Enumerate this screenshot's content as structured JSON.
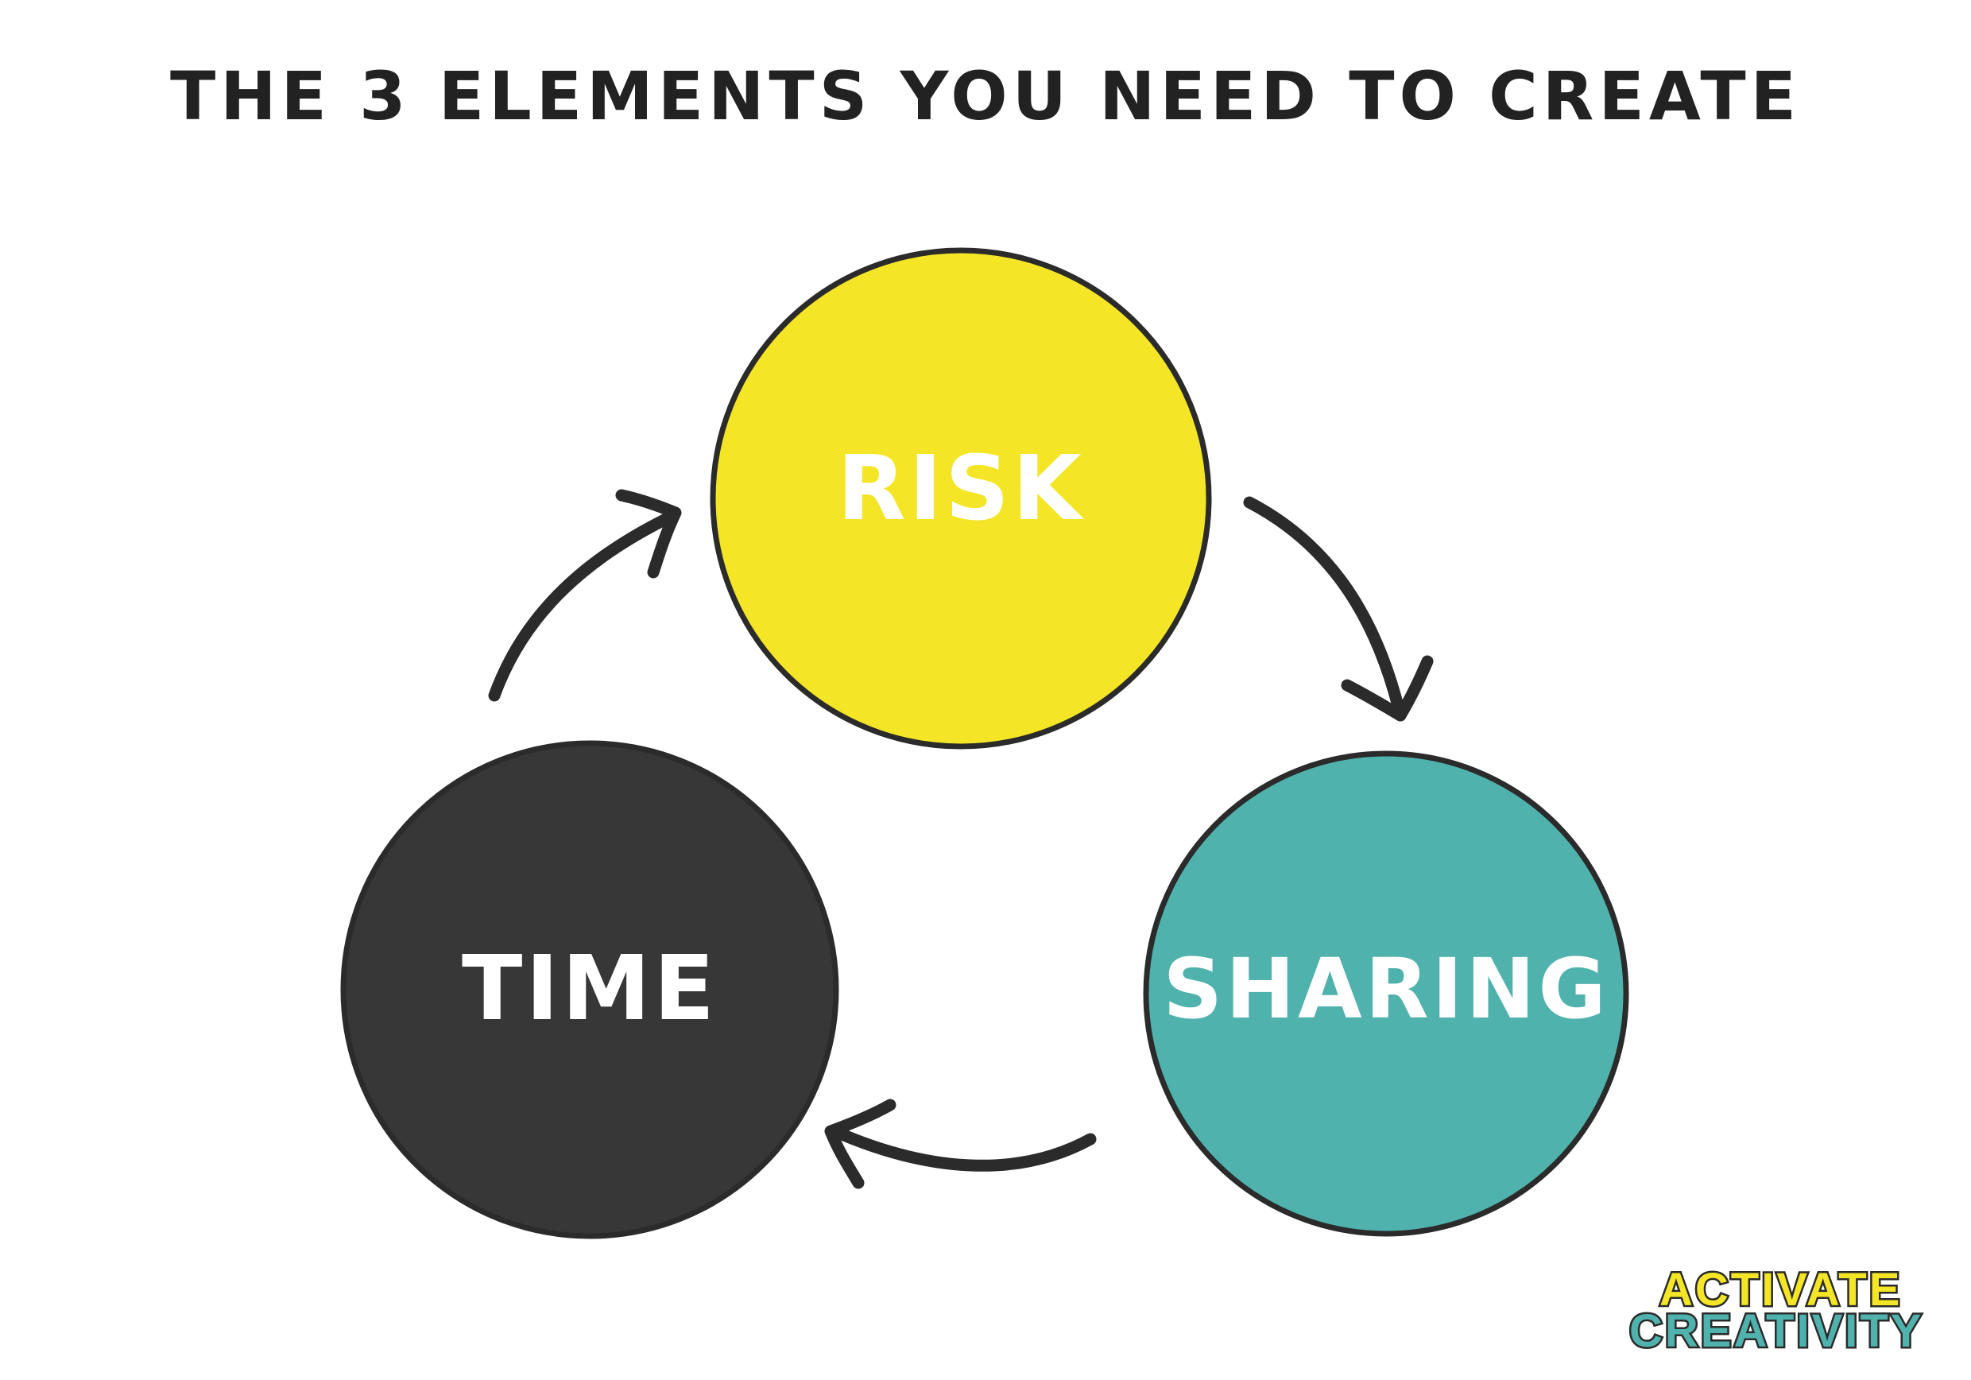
{
  "title": "THE 3 ELEMENTS YOU NEED TO CREATE",
  "nodes": {
    "risk": {
      "label": "RISK",
      "color": "#f4e626"
    },
    "sharing": {
      "label": "SHARING",
      "color": "#50b2ad"
    },
    "time": {
      "label": "TIME",
      "color": "#373737"
    }
  },
  "outline_color": "#2b2b2b",
  "arrow_color": "#2b2b2b",
  "logo": {
    "line1": "ACTIVATE",
    "line2": "CREATIVITY",
    "line1_color": "#f4e626",
    "line2_color": "#50b2ad"
  }
}
